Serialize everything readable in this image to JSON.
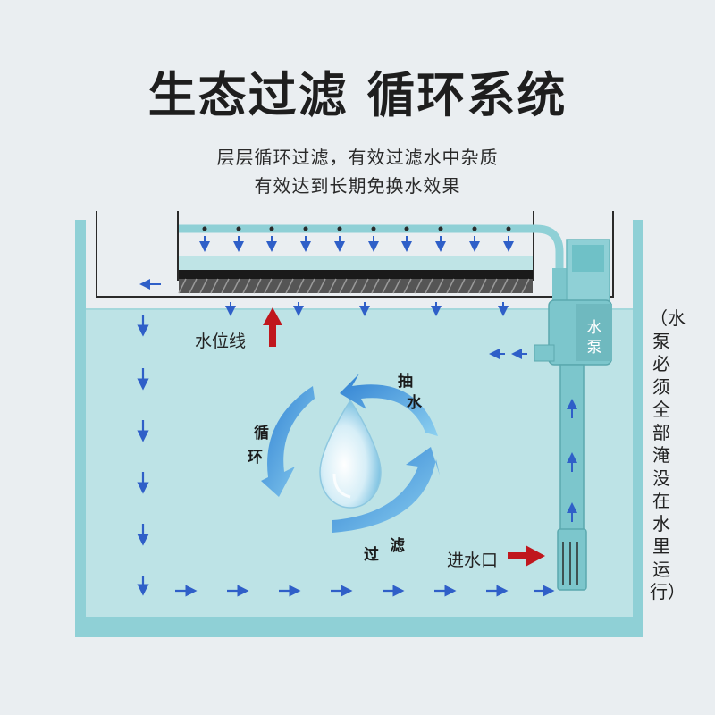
{
  "title": "生态过滤 循环系统",
  "subtitle_lines": [
    "层层循环过滤，有效过滤水中杂质",
    "有效达到长期免换水效果"
  ],
  "labels": {
    "water_line": "水位线",
    "inlet": "进水口",
    "pump": "水泵",
    "note": "（水泵必须全部淹没在水里运行）"
  },
  "cycle_words": {
    "circulate": [
      "循",
      "环"
    ],
    "pump": [
      "抽",
      "水"
    ],
    "filter": [
      "过",
      "滤"
    ]
  },
  "colors": {
    "background": "#eaeef1",
    "water": "#bde3e6",
    "tank_edge": "#8fd0d6",
    "flow_arrow": "#2f5fc8",
    "red_arrow": "#c0171d",
    "cycle_arrow": "#4aa3e0",
    "pump_body": "#7cc6cc"
  },
  "icons": [
    "water-drop-icon",
    "up-arrow-icon",
    "right-arrow-icon",
    "down-arrow-icon",
    "left-arrow-icon"
  ]
}
